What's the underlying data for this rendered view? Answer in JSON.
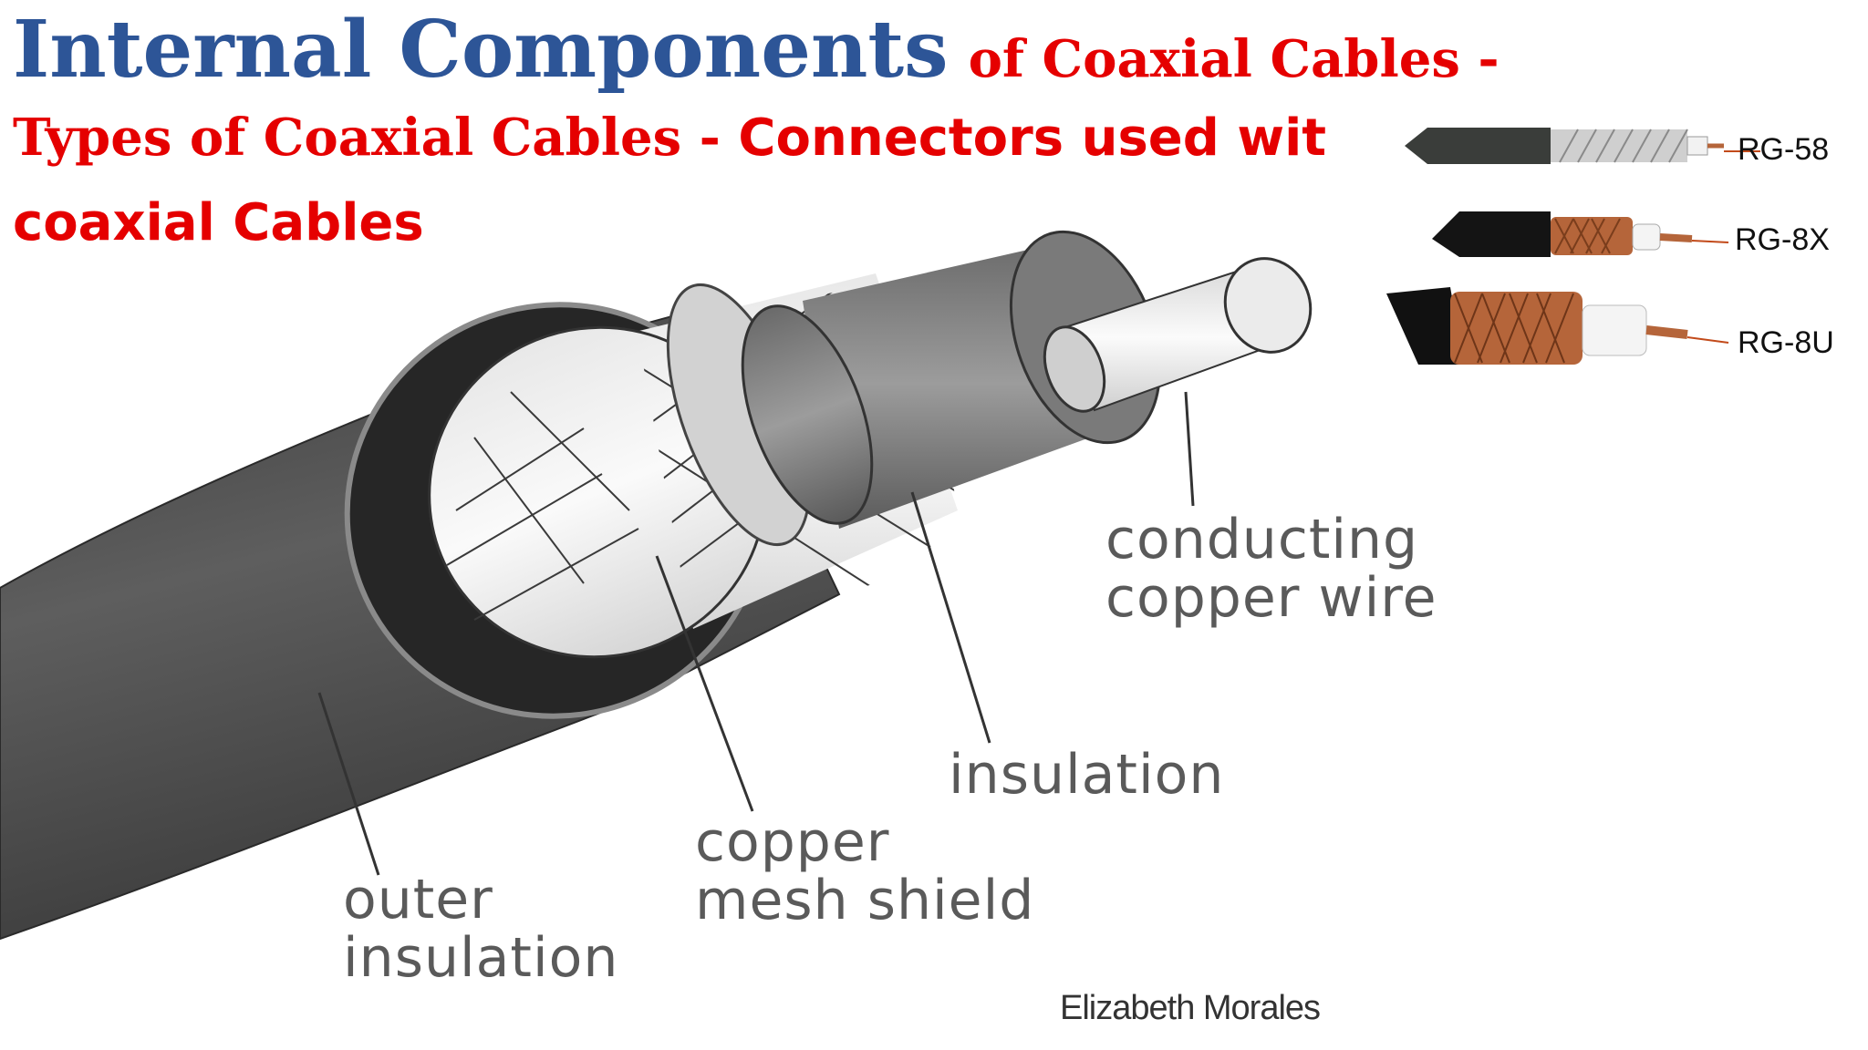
{
  "title": {
    "part1": "Internal Components",
    "part2": "of Coaxial Cables -",
    "line2_serif": "Types of Coaxial Cables - ",
    "line2_sans": "Connectors used wit",
    "line3": "coaxial Cables"
  },
  "labels": {
    "conducting_line1": "conducting",
    "conducting_line2": "copper wire",
    "insulation": "insulation",
    "mesh_line1": "copper",
    "mesh_line2": "mesh shield",
    "outer_line1": "outer",
    "outer_line2": "insulation"
  },
  "cable_types": [
    "RG-58",
    "RG-8X",
    "RG-8U"
  ],
  "credit": "Elizabeth Morales",
  "colors": {
    "title_blue": "#2d5597",
    "title_red": "#e50000",
    "jacket": "#4a4a4a",
    "copper": "#b5653a"
  }
}
